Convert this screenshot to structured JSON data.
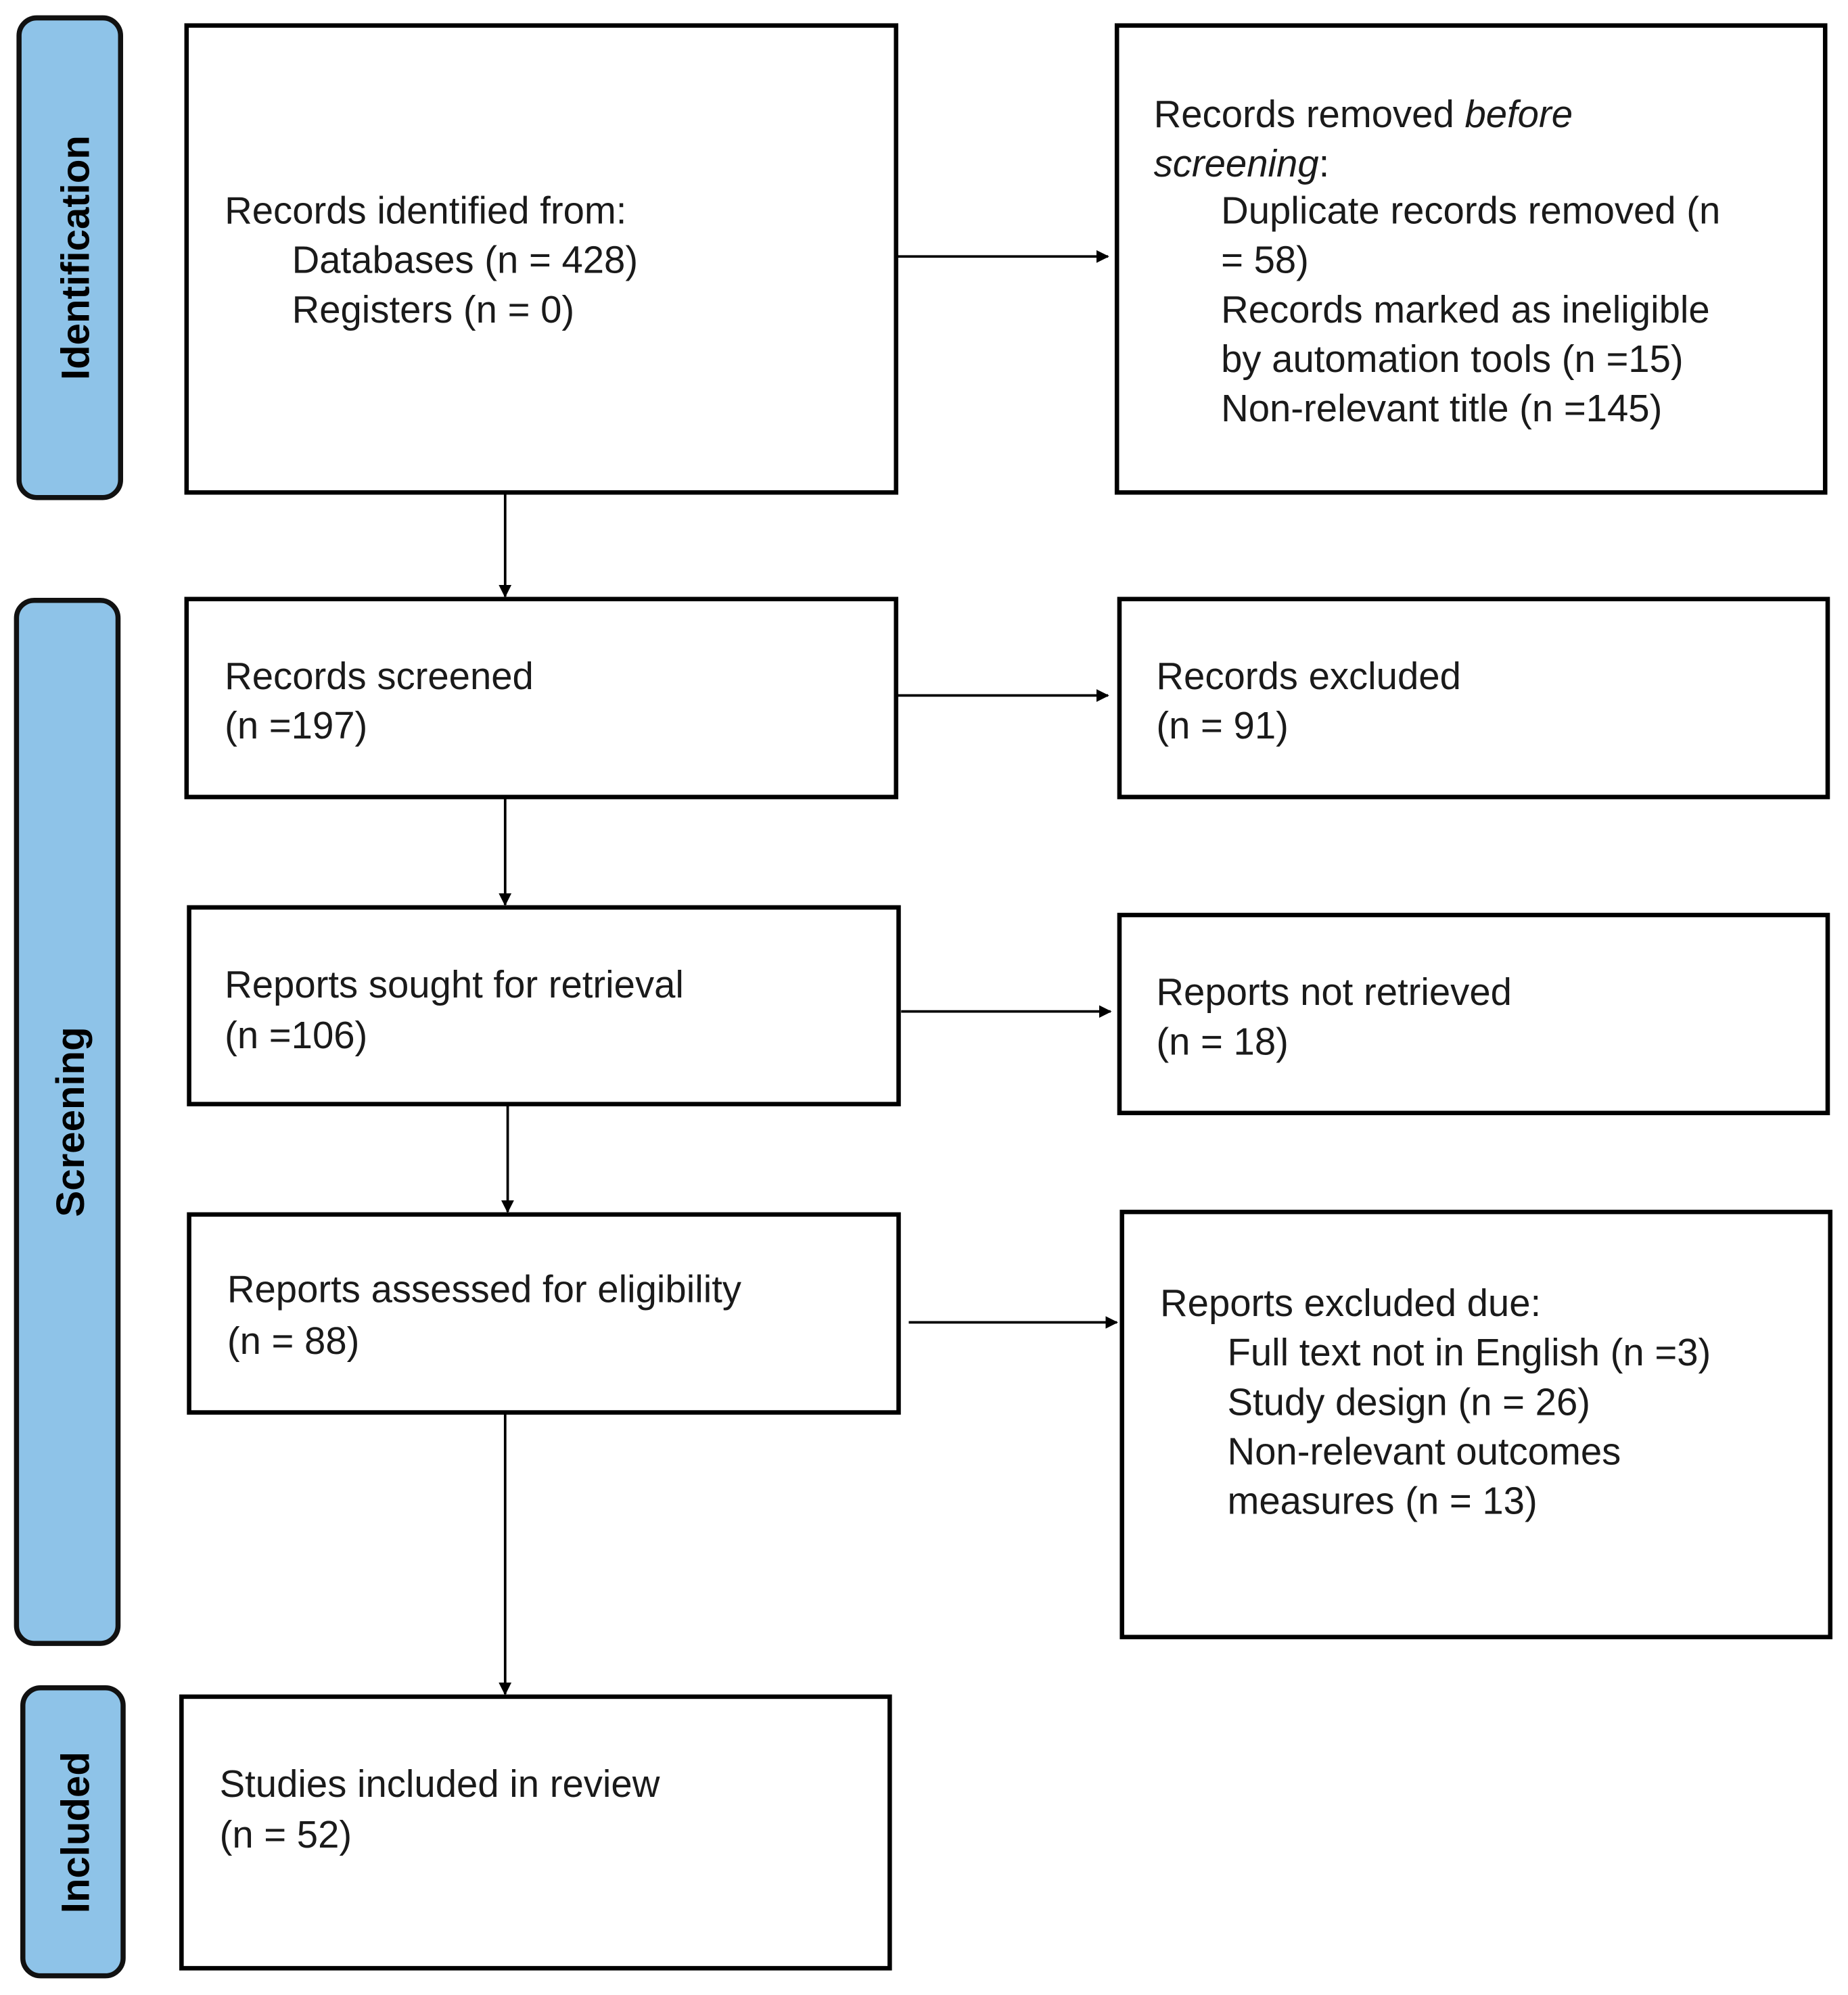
{
  "colors": {
    "phase_fill": "#8EC3E8",
    "border": "#000000"
  },
  "phases": {
    "identification": "Identification",
    "screening": "Screening",
    "included": "Included"
  },
  "identified": {
    "title": "Records identified from:",
    "databases": "Databases (n = 428)",
    "registers": "Registers (n = 0)"
  },
  "removed": {
    "title_a": "Records removed ",
    "title_b": "before",
    "title_c": "screening",
    "title_d": ":",
    "lines": [
      "Duplicate records removed (n",
      "= 58)",
      "Records marked as ineligible",
      "by automation tools (n =15)",
      "Non-relevant title (n =145)"
    ]
  },
  "screened": {
    "title": "Records screened",
    "n": "(n =197)"
  },
  "excluded": {
    "title": "Records excluded",
    "n": "(n = 91)"
  },
  "sought": {
    "title": "Reports sought for retrieval",
    "n": "(n =106)"
  },
  "not_retrieved": {
    "title": "Reports not retrieved",
    "n": "(n = 18)"
  },
  "assessed": {
    "title": "Reports assessed for eligibility",
    "n": "(n = 88)"
  },
  "reports_excluded": {
    "title": "Reports excluded due:",
    "lines": [
      "Full text not in English (n =3)",
      "Study design (n = 26)",
      "Non-relevant outcomes",
      "measures (n = 13)"
    ]
  },
  "included": {
    "title": "Studies included in review",
    "n": "(n = 52)"
  }
}
